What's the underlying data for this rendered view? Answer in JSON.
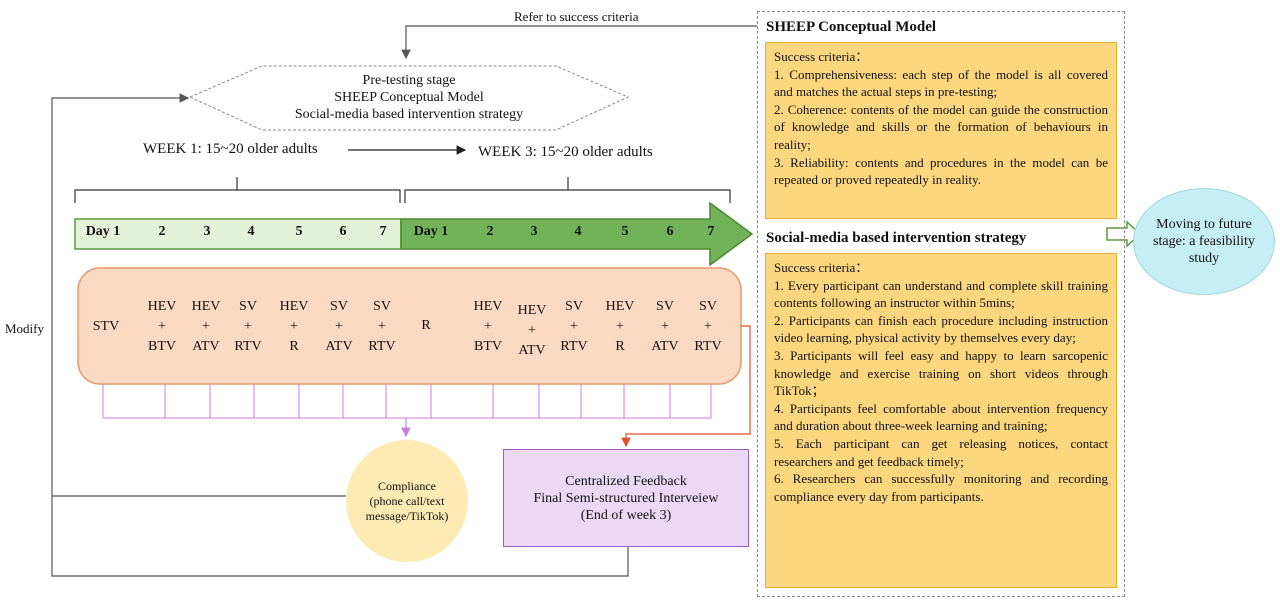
{
  "top_label": "Refer to success criteria",
  "modify_label": "Modify",
  "pretesting": {
    "line1": "Pre-testing stage",
    "line2": "SHEEP Conceptual Model",
    "line3": "Social-media based intervention strategy"
  },
  "week1_label": "WEEK 1: 15~20 older adults",
  "week3_label": "WEEK 3: 15~20 older adults",
  "week1_days": [
    "Day 1",
    "2",
    "3",
    "4",
    "5",
    "6",
    "7"
  ],
  "week3_days": [
    "Day 1",
    "2",
    "3",
    "4",
    "5",
    "6",
    "7"
  ],
  "interventions": {
    "stv": "STV",
    "r": "R",
    "week1": [
      [
        "HEV",
        "+",
        "BTV"
      ],
      [
        "HEV",
        "+",
        "ATV"
      ],
      [
        "SV",
        "+",
        "RTV"
      ],
      [
        "HEV",
        "+",
        "R"
      ],
      [
        "SV",
        "+",
        "ATV"
      ],
      [
        "SV",
        "+",
        "RTV"
      ]
    ],
    "week3": [
      [
        "HEV",
        "+",
        "BTV"
      ],
      [
        "HEV",
        "+",
        "ATV"
      ],
      [
        "SV",
        "+",
        "RTV"
      ],
      [
        "HEV",
        "+",
        "R"
      ],
      [
        "SV",
        "+",
        "ATV"
      ],
      [
        "SV",
        "+",
        "RTV"
      ]
    ]
  },
  "compliance": {
    "line1": "Compliance",
    "line2": "(phone call/text",
    "line3": "message/TikTok)"
  },
  "feedback": {
    "line1": "Centralized Feedback",
    "line2": "Final Semi-structured Interveiew",
    "line3": "(End of week 3)"
  },
  "sheep_title": "SHEEP Conceptual Model",
  "sheep_criteria": {
    "header": "Success criteria：",
    "items": [
      "1. Comprehensiveness: each step of the model is all covered and matches the actual steps in pre-testing;",
      "2. Coherence: contents of the model can guide the construction of knowledge and skills or the formation of behaviours in reality;",
      "3. Reliability: contents and procedures in the model can be repeated or proved repeatedly in reality."
    ]
  },
  "social_title": "Social-media based intervention strategy",
  "social_criteria": {
    "header": "Success criteria：",
    "items": [
      "1. Every participant can understand and complete skill training contents following an instructor within 5mins;",
      "2. Participants can finish each procedure including instruction video learning, physical activity by themselves every day;",
      "3. Participants will feel easy and happy to learn sarcopenic knowledge and exercise training on short videos through TikTok；",
      "4. Participants feel comfortable about intervention frequency and duration about three-week learning and training;",
      "5. Each participant can get releasing notices, contact researchers and get feedback timely;",
      "6. Researchers can successfully monitoring and recording compliance every day from participants."
    ]
  },
  "future_stage": "Moving to future stage: a feasibility study",
  "colors": {
    "week1_fill": "#e3f2d9",
    "week3_fill": "#72b35a",
    "arrow_border": "#5a9a3c",
    "intervention_fill": "#fbd9c2",
    "intervention_border": "#e59a6a",
    "criteria_fill": "#fdd77f",
    "feedback_fill": "#ead8f5",
    "compliance_fill": "#fdebb3",
    "future_fill": "#c6eef5"
  }
}
